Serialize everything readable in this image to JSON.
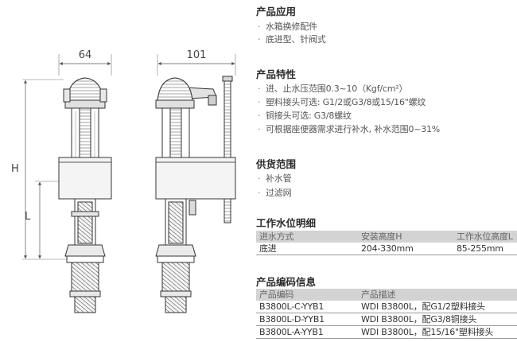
{
  "drawing": {
    "width_front_label": "64",
    "width_side_label": "101",
    "height_label": "H",
    "level_label": "L"
  },
  "application": {
    "title": "产品应用",
    "items": [
      "水箱换修配件",
      "底进型、针阀式"
    ]
  },
  "features": {
    "title": "产品特性",
    "items": [
      "进、止水压范围0.3~10（Kgf/cm²）",
      "塑料接头可选: G1/2或G3/8或15/16\"螺纹",
      "铜接头可选: G3/8螺纹",
      "可根据座便器需求进行补水, 补水范围0~31%"
    ]
  },
  "supply": {
    "title": "供货范围",
    "items": [
      "补水管",
      "过滤网"
    ]
  },
  "water_level": {
    "title": "工作水位明细",
    "headers": [
      "进水方式",
      "安装高度H",
      "工作水位高度L"
    ],
    "rows": [
      [
        "底进",
        "204-330mm",
        "85-255mm"
      ]
    ]
  },
  "codes": {
    "title": "产品编码信息",
    "headers": [
      "产品编码",
      "产品描述"
    ],
    "rows": [
      [
        "B3800L-C-YYB1",
        "WDI  B3800L，配G1/2塑料接头"
      ],
      [
        "B3800L-D-YYB1",
        "WDI  B3800L，配G3/8铜接头"
      ],
      [
        "B3800L-A-YYB1",
        "WDI  B3800L，配15/16\"塑料接头"
      ]
    ]
  }
}
